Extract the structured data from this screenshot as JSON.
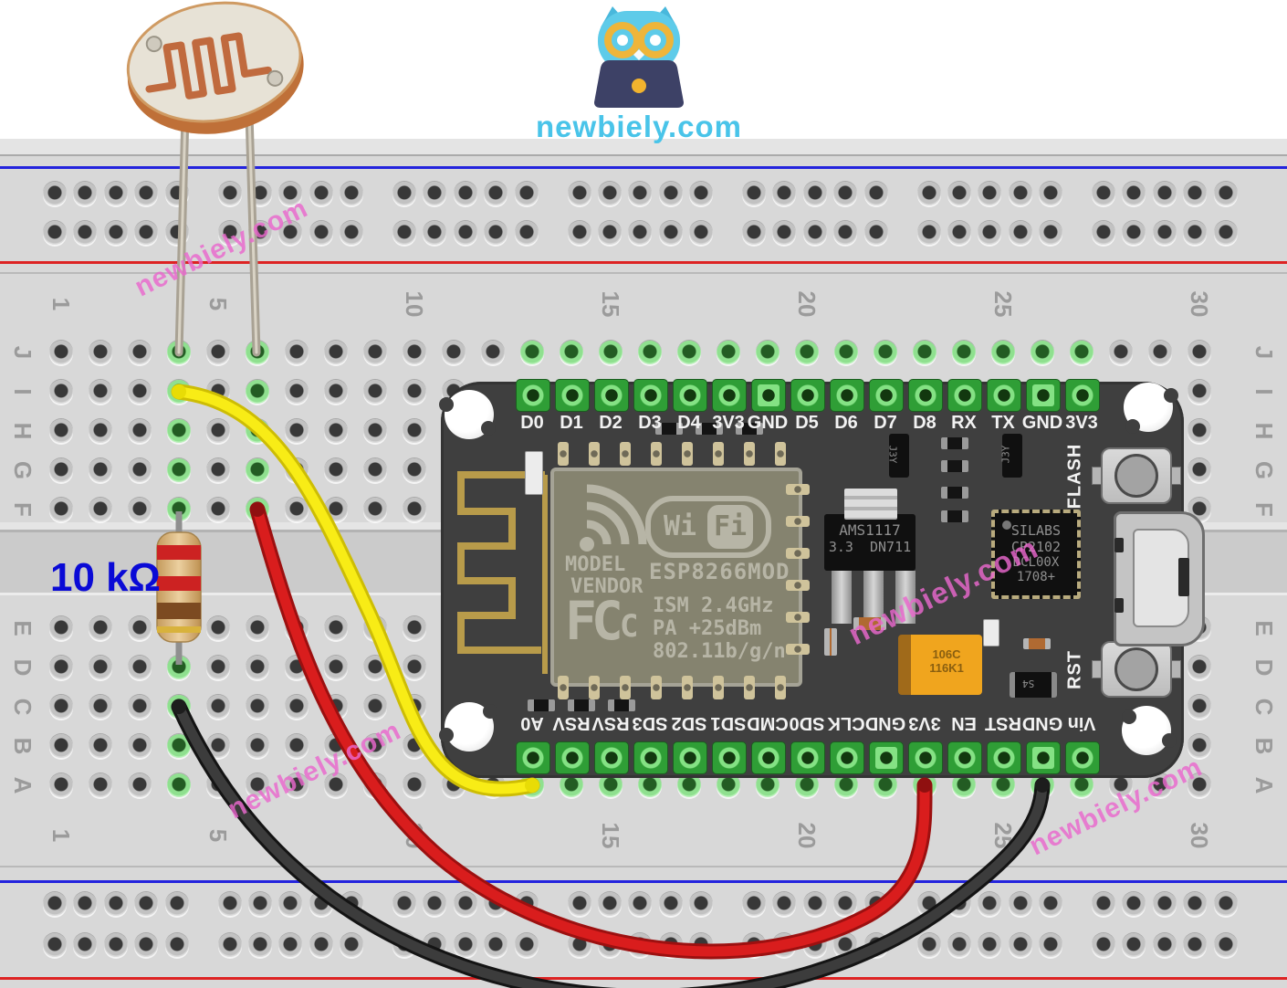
{
  "logo": {
    "text": "newbiely.com"
  },
  "watermark": {
    "text": "newbiely.com"
  },
  "labels": {
    "resistor_value": "10 kΩ"
  },
  "breadboard": {
    "row_letters": [
      "J",
      "I",
      "H",
      "G",
      "F",
      "E",
      "D",
      "C",
      "B",
      "A"
    ],
    "column_numbers": [
      "1",
      "5",
      "10",
      "15",
      "20",
      "25",
      "30"
    ],
    "rail_blue": "#2323dd",
    "rail_red": "#dd2323",
    "highlight_green": "#8fe08f"
  },
  "esp_board": {
    "top_pins": [
      "D0",
      "D1",
      "D2",
      "D3",
      "D4",
      "3V3",
      "GND",
      "D5",
      "D6",
      "D7",
      "D8",
      "RX",
      "TX",
      "GND",
      "3V3"
    ],
    "bottom_pins": [
      "A0",
      "RSV",
      "RSV",
      "SD3",
      "SD2",
      "SD1",
      "CMD",
      "SD0",
      "CLK",
      "GND",
      "3V3",
      "EN",
      "RST",
      "GND",
      "Vin"
    ],
    "flash_button_label": "FLASH",
    "reset_button_label": "RST",
    "module": {
      "wifi_word_1": "Wi",
      "wifi_word_2": "Fi",
      "vendor_line_1": "MODEL",
      "vendor_line_2": "VENDOR",
      "module_name": "ESP8266MOD",
      "fcc_mark": "FC",
      "fcc_mark_c": "C",
      "spec_line_1": "ISM 2.4GHz",
      "spec_line_2": "PA  +25dBm",
      "spec_line_3": "802.11b/g/n"
    },
    "regulator": {
      "line_1": "AMS1117",
      "line_2": "3.3  DN711"
    },
    "usb_uart_chip": {
      "line_1": "SILABS",
      "line_2": "CP2102",
      "line_3": "DCL00X",
      "line_4": "1708+"
    },
    "capacitor": {
      "line_1": "106C",
      "line_2": "116K1"
    },
    "transistor_marking": "J3Y",
    "diode_marking": "S4"
  },
  "wires": {
    "yellow": "#f8ec16",
    "red": "#d91d1d",
    "black": "#383838"
  }
}
